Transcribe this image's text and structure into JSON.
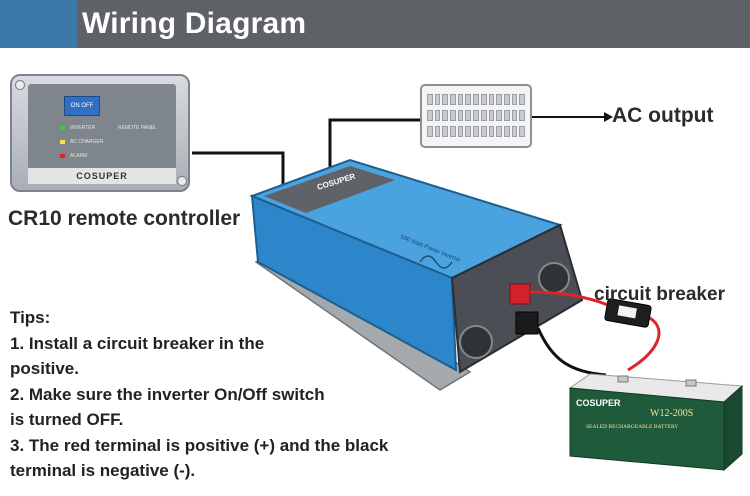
{
  "header": {
    "title": "Wiring Diagram"
  },
  "remote_controller": {
    "label": "CR10 remote controller",
    "switch_label": "ON OFF",
    "indicators": [
      "INVERTER",
      "AC CHARGER",
      "ALARM"
    ],
    "panel_label": "REMOTE PANEL",
    "brand": "COSUPER"
  },
  "ac_output": {
    "label": "AC output"
  },
  "inverter": {
    "brand": "COSUPER",
    "model_text": "500 Watt Power Inverter"
  },
  "circuit_breaker": {
    "label": "circuit breaker"
  },
  "battery": {
    "brand": "COSUPER",
    "model": "W12-200S",
    "subtitle": "SEALED RECHARGEABLE BATTERY"
  },
  "tips": {
    "heading": "Tips:",
    "lines": [
      "1. Install a circuit breaker in the",
      "positive.",
      "2. Make sure the inverter On/Off switch",
      "is turned OFF.",
      "3. The red terminal is positive (+) and the black",
      "terminal is negative (-)."
    ]
  },
  "colors": {
    "header_bg": "#5e6166",
    "header_accent": "#3a78a8",
    "inverter_blue": "#2f8fd0",
    "positive_wire": "#e0222a",
    "negative_wire": "#111111"
  }
}
